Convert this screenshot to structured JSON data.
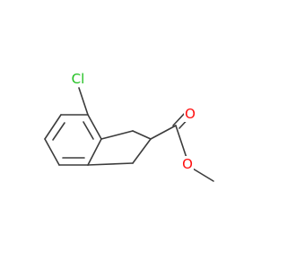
{
  "molecule": {
    "atoms": {
      "chlorine": {
        "label": "Cl",
        "color": "#20c020"
      },
      "carbonyl_oxygen": {
        "label": "O",
        "color": "#ff0d0d"
      },
      "ester_oxygen": {
        "label": "O",
        "color": "#ff0d0d"
      }
    },
    "bond_color": "#3c3c3c"
  }
}
